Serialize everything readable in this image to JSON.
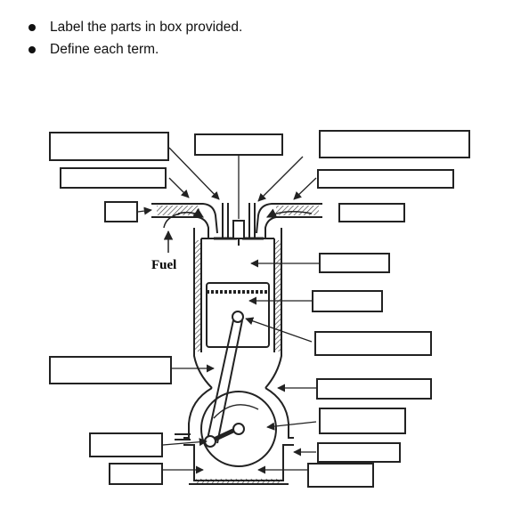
{
  "instructions": [
    "Label the parts in box provided.",
    "Define each term."
  ],
  "diagram": {
    "fuel_label": "Fuel"
  },
  "label_boxes_count": 17
}
